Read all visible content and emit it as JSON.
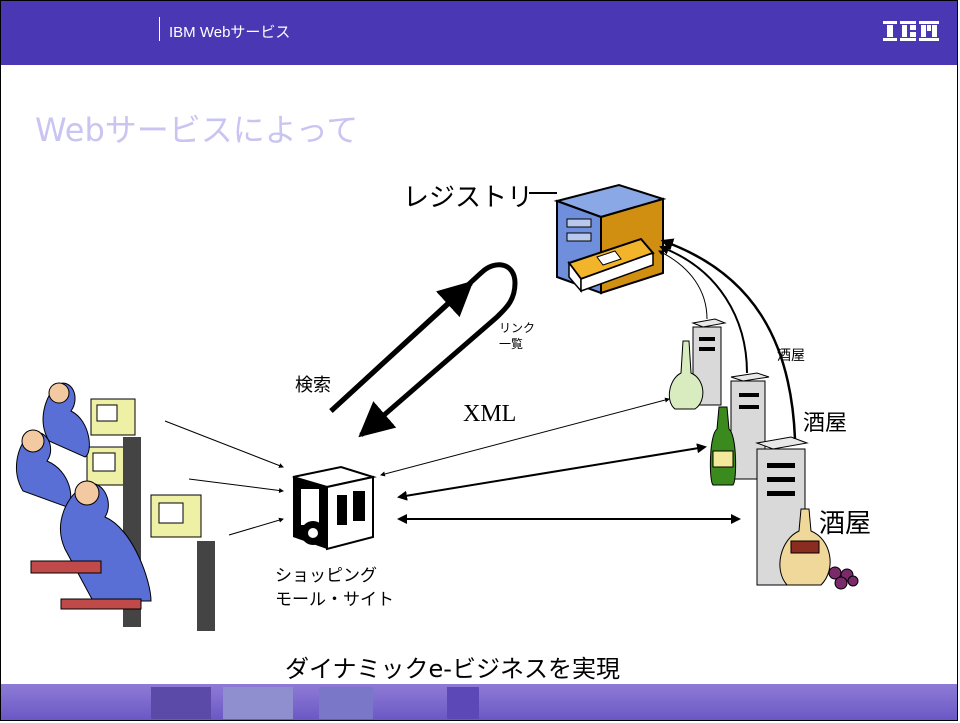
{
  "header": {
    "title": "IBM Webサービス",
    "logo_text": "IBM",
    "background": "#4a37b3"
  },
  "slide": {
    "title": "Webサービスによって",
    "title_color": "#c9c4f2"
  },
  "diagram": {
    "registry_label": "レジストリ",
    "search_label": "検索",
    "link_list_label_line1": "リンク",
    "link_list_label_line2": "一覧",
    "xml_label": "XML",
    "shop_label_line1": "ショッピング",
    "shop_label_line2": "モール・サイト",
    "liquor_store_1": "酒屋",
    "liquor_store_2": "酒屋",
    "liquor_store_3": "酒屋",
    "icons": [
      "users-at-computers-icon",
      "shopping-mall-server-icon",
      "registry-server-icon",
      "liquor-store-server-icon"
    ]
  },
  "footer": {
    "tagline": "ダイナミックe-ビジネスを実現"
  }
}
